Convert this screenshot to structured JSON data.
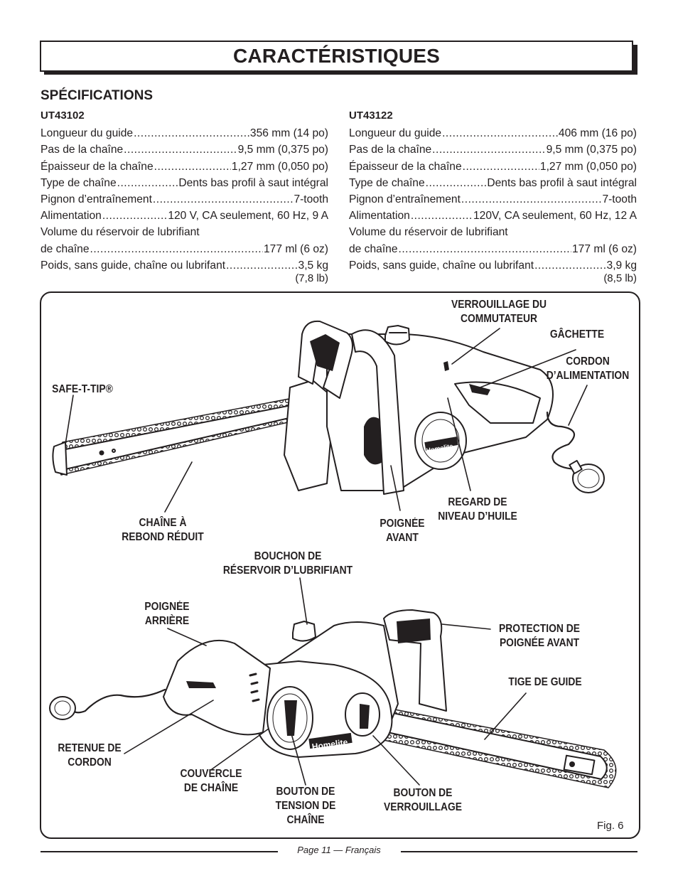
{
  "title": "CARACTÉRISTIQUES",
  "section_heading": "SPÉCIFICATIONS",
  "specs": {
    "left": {
      "model": "UT43102",
      "rows": [
        {
          "label": "Longueur du guide",
          "value": "356 mm (14 po)"
        },
        {
          "label": "Pas de la chaîne",
          "value": "9,5 mm (0,375 po)"
        },
        {
          "label": "Épaisseur de la chaîne",
          "value": "1,27 mm (0,050 po)"
        },
        {
          "label": "Type de chaîne",
          "value": "Dents bas profil à saut intégral"
        },
        {
          "label": "Pignon d’entraînement",
          "value": "7-tooth"
        },
        {
          "label": "Alimentation",
          "value": "120 V, CA seulement, 60 Hz, 9 A"
        }
      ],
      "reservoir_line1": "Volume du réservoir de lubrifiant",
      "reservoir_label": "de chaîne",
      "reservoir_value": "177 ml (6 oz)",
      "weight_label": "Poids, sans guide, chaîne ou lubrifant",
      "weight_value": "3,5 kg",
      "weight_cont": "(7,8 lb)"
    },
    "right": {
      "model": "UT43122",
      "rows": [
        {
          "label": "Longueur du guide",
          "value": "406 mm (16 po)"
        },
        {
          "label": "Pas de la chaîne",
          "value": "9,5 mm (0,375 po)"
        },
        {
          "label": "Épaisseur de la chaîne",
          "value": "1,27 mm (0,050 po)"
        },
        {
          "label": "Type de chaîne",
          "value": "Dents bas profil à saut intégral"
        },
        {
          "label": "Pignon d’entraînement",
          "value": "7-tooth"
        },
        {
          "label": "Alimentation",
          "value": "120V, CA seulement, 60 Hz, 12 A"
        }
      ],
      "reservoir_line1": "Volume du réservoir de lubrifiant",
      "reservoir_label": "de chaîne",
      "reservoir_value": "177 ml (6 oz)",
      "weight_label": "Poids, sans guide, chaîne ou lubrifant",
      "weight_value": "3,9 kg",
      "weight_cont": "(8,5 lb)"
    }
  },
  "figure": {
    "brand": "Homelite",
    "labels": {
      "switch_lock": "VERROUILLAGE DU\nCOMMUTATEUR",
      "trigger": "GÂCHETTE",
      "power_cord": "CORDON\nD’ALIMENTATION",
      "safe_t_tip": "SAFE-T-TIP®",
      "low_kickback_chain": "CHAÎNE À\nREBOND RÉDUIT",
      "front_handle": "POIGNÉE\nAVANT",
      "oil_sight": "REGARD DE\nNIVEAU D’HUILE",
      "oil_cap": "BOUCHON DE\nRÉSERVOIR D’LUBRIFIANT",
      "rear_handle": "POIGNÉE\nARRIÈRE",
      "hand_guard": "PROTECTION DE\nPOIGNÉE AVANT",
      "guide_bar": "TIGE DE GUIDE",
      "cord_retainer": "RETENUE DE\nCORDON",
      "chain_cover": "COUVERCLE\nDE CHAÎNE",
      "tension_knob": "BOUTON DE\nTENSION DE\nCHAÎNE",
      "lock_knob": "BOUTON DE\nVERROUILLAGE"
    },
    "fig_number": "Fig. 6"
  },
  "footer": "Page 11  — Français"
}
